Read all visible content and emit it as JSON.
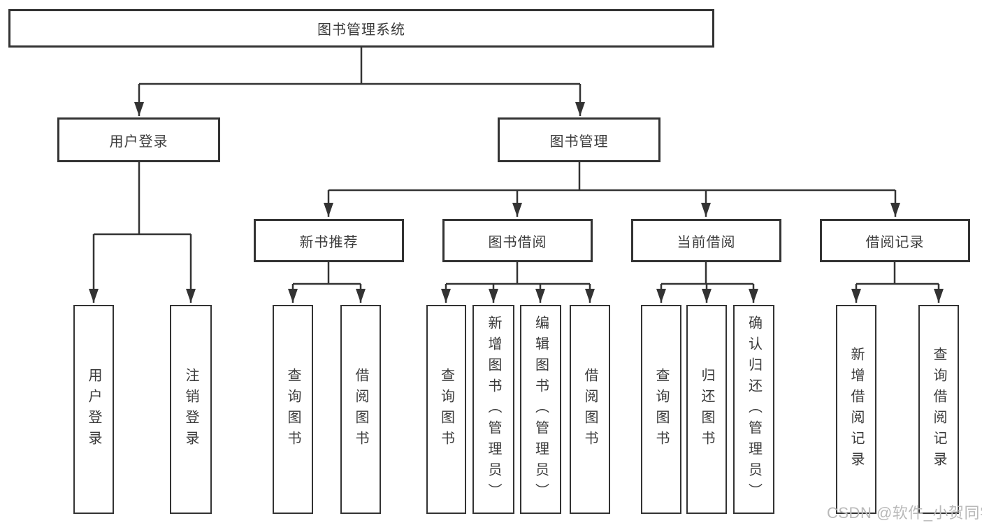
{
  "diagram": {
    "type": "hierarchy-tree",
    "title": "图书管理系统"
  },
  "nodes": {
    "root": "图书管理系统",
    "user_login": "用户登录",
    "book_mgmt": "图书管理",
    "new_book": "新书推荐",
    "book_borrow": "图书借阅",
    "current_borrow": "当前借阅",
    "borrow_records": "借阅记录"
  },
  "leaves": {
    "user_login": [
      "用户登录",
      "注销登录"
    ],
    "new_book": [
      "查询图书",
      "借阅图书"
    ],
    "book_borrow": [
      "查询图书",
      "新增图书（管理员）",
      "编辑图书（管理员）",
      "借阅图书"
    ],
    "current_borrow": [
      "查询图书",
      "归还图书",
      "确认归还（管理员）"
    ],
    "borrow_records": [
      "新增借阅记录",
      "查询借阅记录"
    ]
  },
  "watermark": "CSDN @软件_小贺同学",
  "colors": {
    "line": "#333333",
    "text": "#3b3b3b",
    "background": "#ffffff",
    "watermark": "#b9b9b9"
  }
}
